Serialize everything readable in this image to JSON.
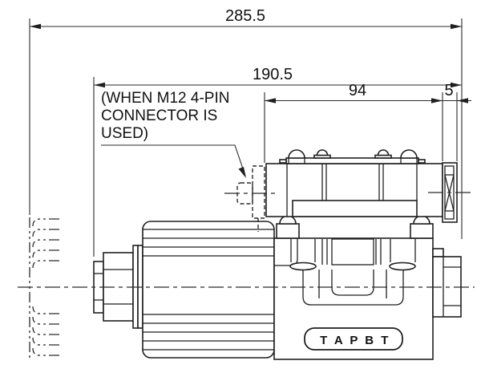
{
  "drawing": {
    "dimensions": {
      "overall_length": "285.5",
      "valve_length": "190.5",
      "upper_section_length": "94",
      "end_plate_thickness": "5"
    },
    "connector_note": {
      "line1": "(WHEN M12 4-PIN",
      "line2": "CONNECTOR IS",
      "line3": "USED)"
    },
    "port_label": "T A P B T",
    "colors": {
      "line_color": "#1f1f1f",
      "background": "#ffffff"
    }
  }
}
